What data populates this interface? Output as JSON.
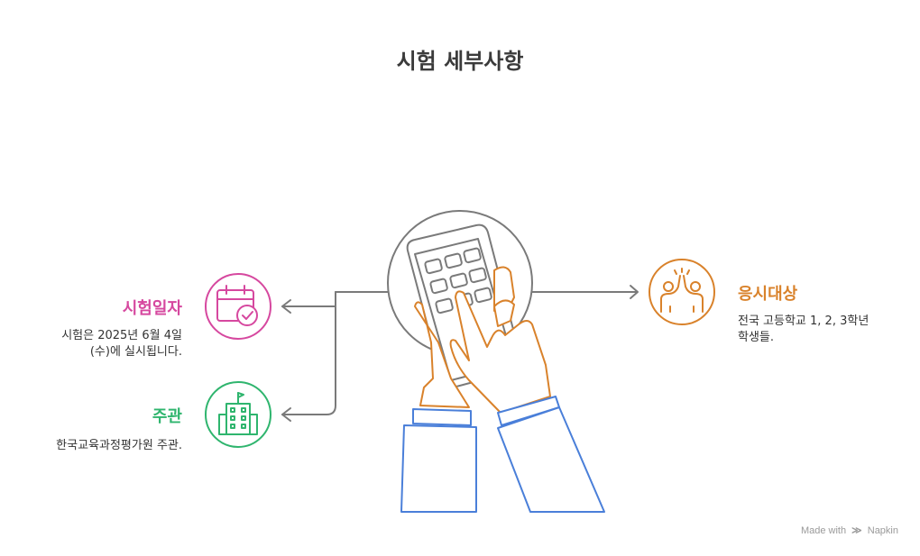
{
  "title": "시험 세부사항",
  "items": {
    "date": {
      "heading": "시험일자",
      "desc_line1": "시험은 2025년 6월 4일",
      "desc_line2": "(수)에 실시됩니다."
    },
    "host": {
      "heading": "주관",
      "desc_line1": "한국교육과정평가원 주관."
    },
    "target": {
      "heading": "응시대상",
      "desc_line1": "전국 고등학교 1, 2, 3학년",
      "desc_line2": "학생들."
    }
  },
  "watermark": {
    "prefix": "Made with",
    "brand": "Napkin"
  },
  "colors": {
    "date": "#d6489f",
    "host": "#2fb56e",
    "target": "#d9822b",
    "arrow": "#7a7a7a",
    "sleeve": "#4a7fd9",
    "hand": "#d9822b"
  },
  "icons": {
    "date": "calendar-check-icon",
    "host": "building-flag-icon",
    "target": "high-five-icon",
    "center": "hand-calculator-icon"
  }
}
